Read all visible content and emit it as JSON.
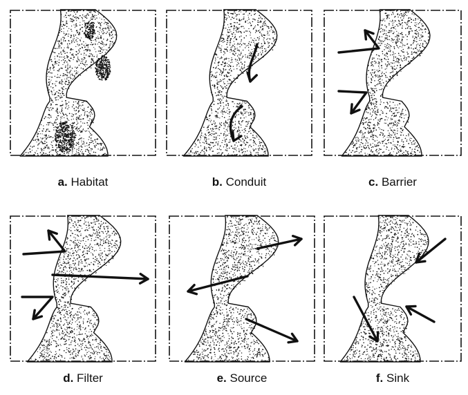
{
  "panels": [
    {
      "letter": "a.",
      "name": "Habitat"
    },
    {
      "letter": "b.",
      "name": "Conduit"
    },
    {
      "letter": "c.",
      "name": "Barrier"
    },
    {
      "letter": "d.",
      "name": "Filter"
    },
    {
      "letter": "e.",
      "name": "Source"
    },
    {
      "letter": "f.",
      "name": "Sink"
    }
  ],
  "colors": {
    "ink": "#111111",
    "paper": "#ffffff"
  }
}
